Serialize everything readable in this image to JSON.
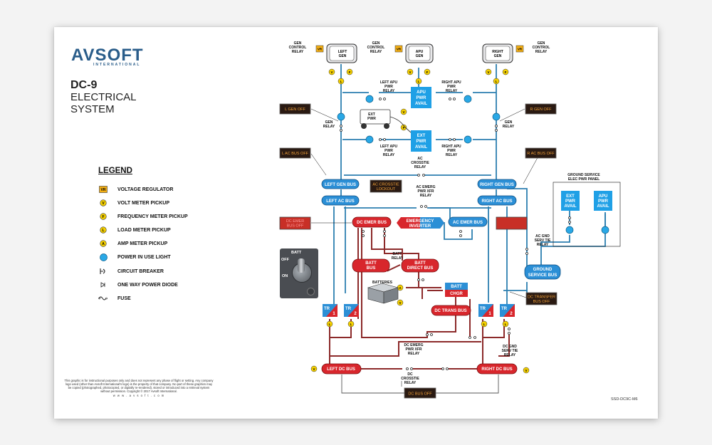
{
  "brand": {
    "logo": "AVSOFT",
    "logo_sub": "INTERNATIONAL"
  },
  "title": {
    "line1": "DC-9",
    "line2": "ELECTRICAL",
    "line3": "SYSTEM"
  },
  "legend": {
    "title": "LEGEND",
    "items": [
      {
        "label": "VOLTAGE REGULATOR",
        "symbol": "VR"
      },
      {
        "label": "VOLT METER PICKUP",
        "symbol": "V"
      },
      {
        "label": "FREQUENCY METER PICKUP",
        "symbol": "F"
      },
      {
        "label": "LOAD METER PICKUP",
        "symbol": "L"
      },
      {
        "label": "AMP METER PICKUP",
        "symbol": "A"
      },
      {
        "label": "POWER IN USE LIGHT",
        "symbol": "light"
      },
      {
        "label": "CIRCUIT BREAKER",
        "symbol": "breaker"
      },
      {
        "label": "ONE WAY POWER DIODE",
        "symbol": "diode"
      },
      {
        "label": "FUSE",
        "symbol": "fuse"
      }
    ]
  },
  "disclaimer": "This graphic is for instructional purposes only and does not represent any phase of flight or setting. Any company logo used (other than Avsoft International's logo) is the property of that company. No part of these graphics may be copied (photographed, photocopied, or digitally re-rendered), stored or introduced into a retrieval system without permission. Copyright © 2017 Avsoft International.",
  "website": "w w w . a v s o f t . c o m",
  "doc_code": "SSD-DC9C-M6",
  "batt_switch": {
    "label": "BATT",
    "off": "OFF",
    "on": "ON"
  },
  "generators": {
    "left": [
      "LEFT",
      "GEN"
    ],
    "apu": [
      "APU",
      "GEN"
    ],
    "right": [
      "RIGHT",
      "GEN"
    ]
  },
  "labels": {
    "gen_control_relay": [
      "GEN",
      "CONTROL",
      "RELAY"
    ],
    "left_apu_pwr_relay": [
      "LEFT APU",
      "PWR",
      "RELAY"
    ],
    "right_apu_pwr_relay": [
      "RIGHT APU",
      "PWR",
      "RELAY"
    ],
    "gen_relay": [
      "GEN",
      "RELAY"
    ],
    "ext_pwr": [
      "EXT",
      "PWR"
    ],
    "ac_crosstie_relay": [
      "AC",
      "CROSSTIE",
      "RELAY"
    ],
    "ac_emerg_pwr_xfr_relay": [
      "AC EMERG",
      "PWR XFR",
      "RELAY"
    ],
    "batt_relay": [
      "BATT",
      "RELAY"
    ],
    "batteries": "BATTERIES",
    "ac_gnd_serv_tie_relay": [
      "AC GND",
      "SERV TIE",
      "RELAY"
    ],
    "dc_emerg_pwr_xfr_relay": [
      "DC EMERG",
      "PWR XFR",
      "RELAY"
    ],
    "dc_gnd_serv_tie_relay": [
      "DC GND",
      "SERV TIE",
      "RELAY"
    ],
    "dc_crosstie_relay": [
      "DC",
      "CROSSTIE",
      "RELAY"
    ],
    "ground_service_panel": [
      "GROUND SERVICE",
      "ELEC PWR PANEL"
    ]
  },
  "power_boxes": {
    "apu_pwr_avail": [
      "APU",
      "PWR",
      "AVAIL"
    ],
    "ext_pwr_avail": [
      "EXT",
      "PWR",
      "AVAIL"
    ],
    "gs_ext": [
      "EXT",
      "PWR",
      "AVAIL"
    ],
    "gs_apu": [
      "APU",
      "PWR",
      "AVAIL"
    ]
  },
  "buses": {
    "left_gen": "LEFT GEN BUS",
    "right_gen": "RIGHT GEN BUS",
    "left_ac": "LEFT AC BUS",
    "right_ac": "RIGHT AC BUS",
    "dc_emer": "DC EMER BUS",
    "ac_emer": "AC EMER BUS",
    "emergency_inverter": [
      "EMERGENCY",
      "INVERTER"
    ],
    "batt_bus": [
      "BATT",
      "BUS"
    ],
    "batt_direct": [
      "BATT",
      "DIRECT BUS"
    ],
    "ground_service": [
      "GROUND",
      "SERVICE BUS"
    ],
    "dc_trans": "DC TRANS BUS",
    "left_dc": "LEFT DC BUS",
    "right_dc": "RIGHT DC BUS",
    "batt_chgr": [
      "BATT",
      "CHGR"
    ]
  },
  "tr": {
    "label": "TR",
    "n1": "1",
    "n2": "2"
  },
  "annunciators": {
    "l_gen_off": "L GEN OFF",
    "r_gen_off": "R GEN OFF",
    "l_ac_bus_off": "L AC BUS OFF",
    "r_ac_bus_off": "R AC BUS OFF",
    "ac_crosstie_lockout": [
      "AC CROSSTIE",
      "LOCKOUT"
    ],
    "dc_emer_bus_off": [
      "DC EMER",
      "BUS OFF"
    ],
    "dc_transfer_bus_off": [
      "DC TRANSFER",
      "BUS OFF"
    ],
    "dc_bus_off": "DC BUS OFF"
  },
  "pickups": {
    "vr": "VR",
    "v": "V",
    "f": "F",
    "l": "L",
    "a": "A"
  },
  "colors": {
    "ac_wire": "#2c7fb0",
    "dc_wire": "#8c2a2a",
    "ac_bus": "#2b8fd6",
    "dc_bus": "#d8262c",
    "power_avail": "#1fa0e6",
    "warn_box": "#2a1a12",
    "amber": "#f5b015",
    "logo": "#2a5d8a"
  }
}
